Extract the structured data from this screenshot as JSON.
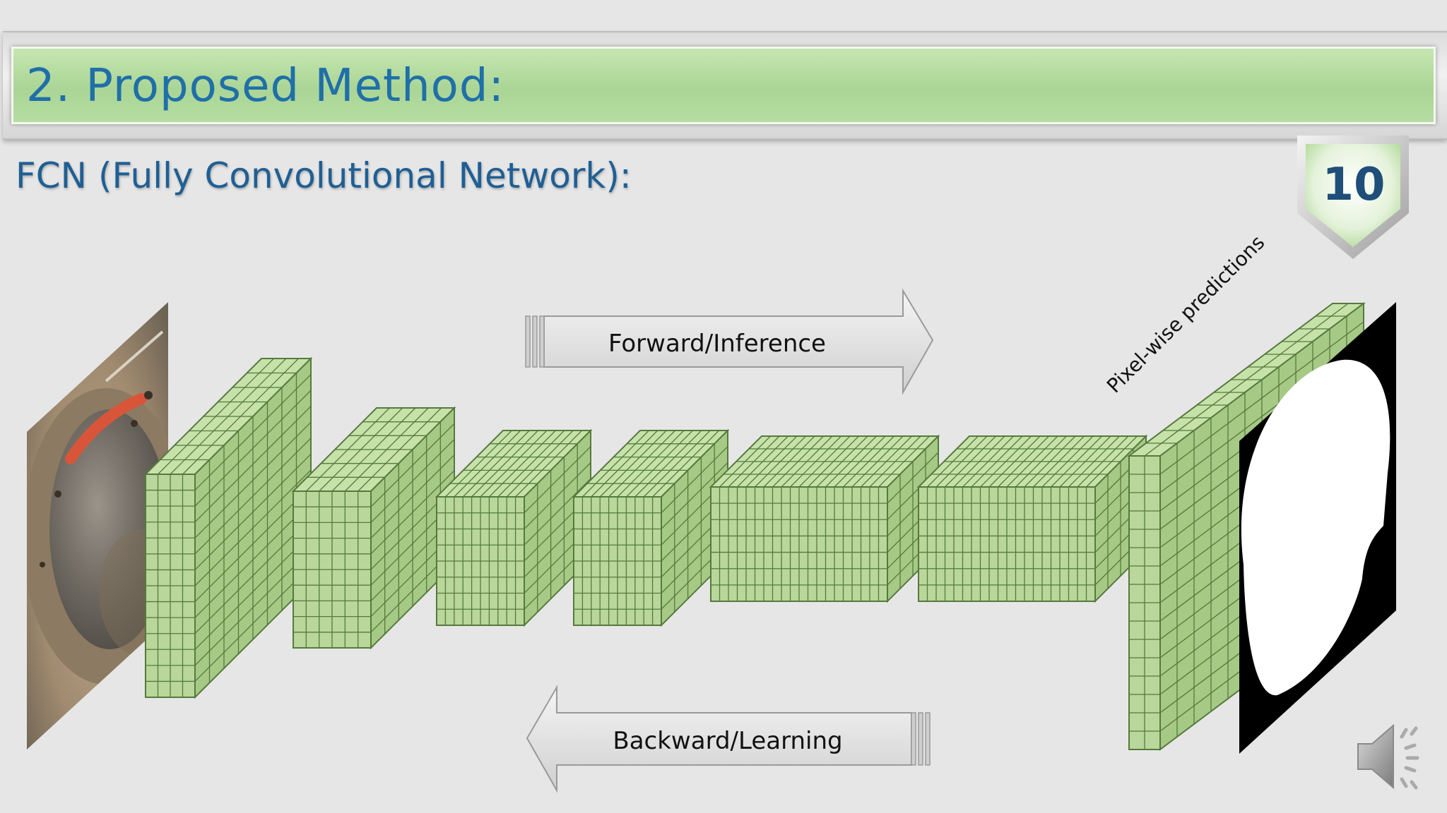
{
  "slide": {
    "title": "2. Proposed Method:",
    "subtitle": "FCN (Fully Convolutional Network):",
    "page_number": "10"
  },
  "diagram": {
    "forward_label": "Forward/Inference",
    "backward_label": "Backward/Learning",
    "prediction_label": "Pixel-wise predictions",
    "input_image_icon": "eye-photo",
    "output_image_icon": "segmentation-mask",
    "layer_count": 7
  },
  "controls": {
    "audio_icon": "speaker-icon"
  },
  "colors": {
    "title_green": "#aad596",
    "title_text": "#1f6fa8",
    "cube_face": "#b9d79a",
    "cube_side": "#a6c985",
    "cube_top": "#c6e2aa",
    "cube_line": "#557a3c"
  }
}
